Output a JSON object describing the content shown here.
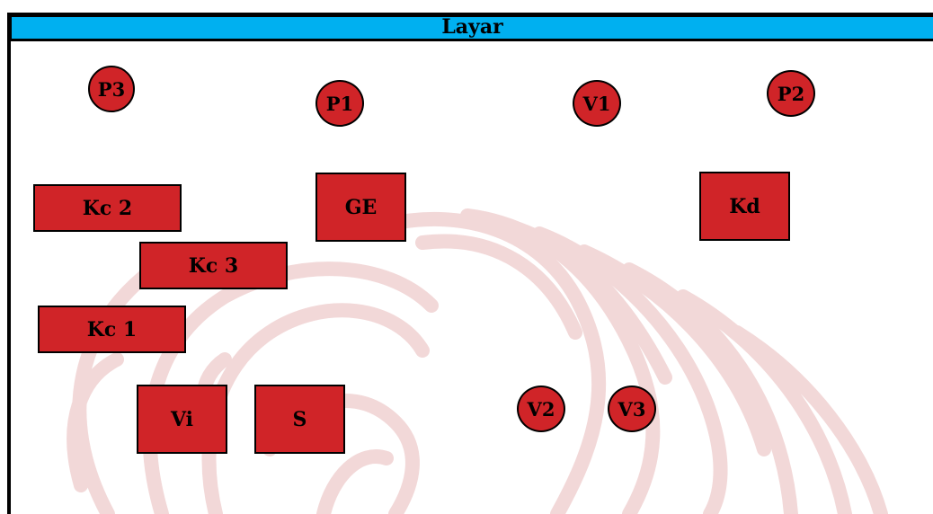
{
  "screen_label": "Layar",
  "colors": {
    "screen_bar": "#00b0f0",
    "equipment_fill": "#d02428",
    "outline": "#000000",
    "watermark": "#f2d8d8"
  },
  "equipment": {
    "kc2": "Kc 2",
    "kc3": "Kc 3",
    "kc1": "Kc 1",
    "ge": "GE",
    "kd": "Kd",
    "vi": "Vi",
    "s": "S"
  },
  "markers": {
    "p3": "P3",
    "p1": "P1",
    "v1": "V1",
    "p2": "P2",
    "v2": "V2",
    "v3": "V3"
  }
}
